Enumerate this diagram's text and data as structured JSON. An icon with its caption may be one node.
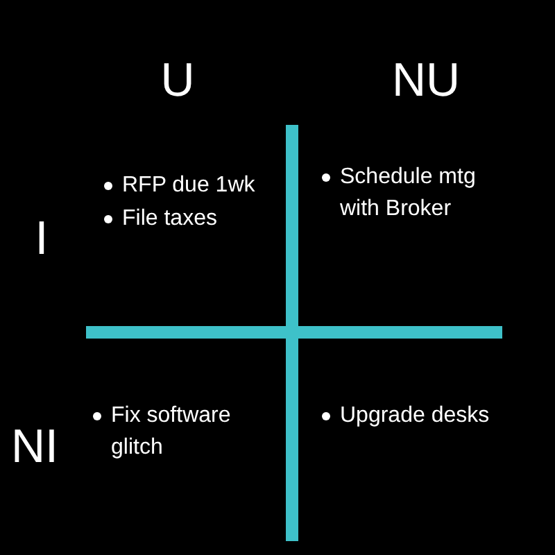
{
  "diagram": {
    "labels": [
      "U",
      "NU",
      "I",
      "RFP due 1wk",
      "File taxes",
      "Schedule mtg with Broker",
      "NI",
      "Fix software glitch",
      "Upgrade desks"
    ]
  }
}
